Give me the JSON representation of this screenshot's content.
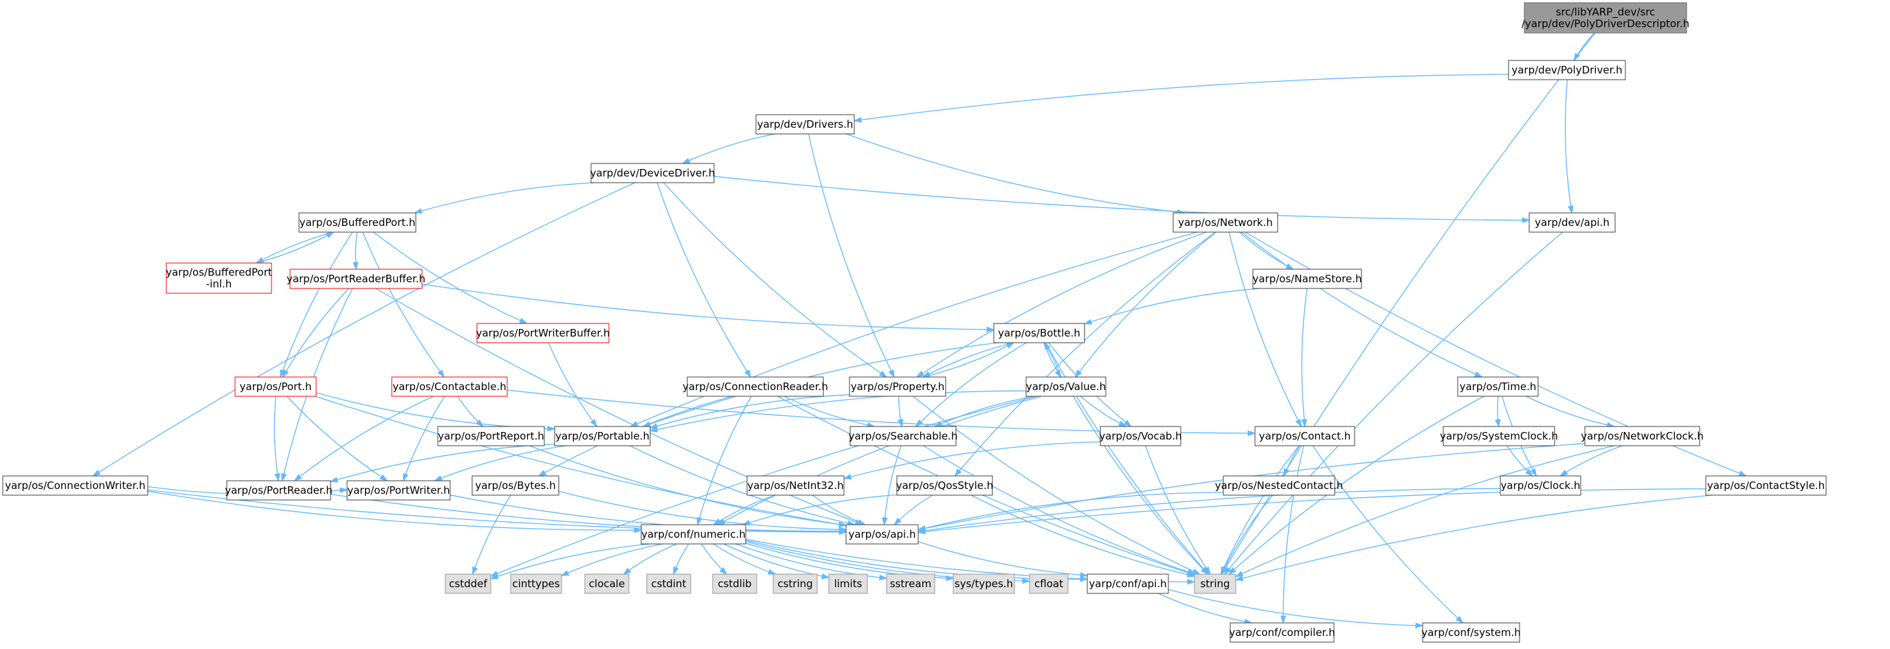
{
  "graph": {
    "colors": {
      "edge": "#63b8ff",
      "node_border": "#404040",
      "root_fill": "#999999",
      "incomplete_border": "#ff0000",
      "system_fill": "#e0e0e0"
    },
    "nodes": [
      {
        "id": "root",
        "lines": [
          "src/libYARP_dev/src",
          "/yarp/dev/PolyDriverDescriptor.h"
        ],
        "kind": "root"
      },
      {
        "id": "polydriver",
        "lines": [
          "yarp/dev/PolyDriver.h"
        ],
        "kind": "normal"
      },
      {
        "id": "drivers",
        "lines": [
          "yarp/dev/Drivers.h"
        ],
        "kind": "normal"
      },
      {
        "id": "devicedriver",
        "lines": [
          "yarp/dev/DeviceDriver.h"
        ],
        "kind": "normal"
      },
      {
        "id": "devapi",
        "lines": [
          "yarp/dev/api.h"
        ],
        "kind": "normal"
      },
      {
        "id": "network",
        "lines": [
          "yarp/os/Network.h"
        ],
        "kind": "normal"
      },
      {
        "id": "bufferedport",
        "lines": [
          "yarp/os/BufferedPort.h"
        ],
        "kind": "normal"
      },
      {
        "id": "bufferedportinl",
        "lines": [
          "yarp/os/BufferedPort",
          "-inl.h"
        ],
        "kind": "red"
      },
      {
        "id": "portreaderbuffer",
        "lines": [
          "yarp/os/PortReaderBuffer.h"
        ],
        "kind": "red"
      },
      {
        "id": "portwriterbuffer",
        "lines": [
          "yarp/os/PortWriterBuffer.h"
        ],
        "kind": "red"
      },
      {
        "id": "namestore",
        "lines": [
          "yarp/os/NameStore.h"
        ],
        "kind": "normal"
      },
      {
        "id": "bottle",
        "lines": [
          "yarp/os/Bottle.h"
        ],
        "kind": "normal"
      },
      {
        "id": "time",
        "lines": [
          "yarp/os/Time.h"
        ],
        "kind": "normal"
      },
      {
        "id": "port",
        "lines": [
          "yarp/os/Port.h"
        ],
        "kind": "red"
      },
      {
        "id": "contactable",
        "lines": [
          "yarp/os/Contactable.h"
        ],
        "kind": "red"
      },
      {
        "id": "connectionreader",
        "lines": [
          "yarp/os/ConnectionReader.h"
        ],
        "kind": "normal"
      },
      {
        "id": "property",
        "lines": [
          "yarp/os/Property.h"
        ],
        "kind": "normal"
      },
      {
        "id": "value",
        "lines": [
          "yarp/os/Value.h"
        ],
        "kind": "normal"
      },
      {
        "id": "portreport",
        "lines": [
          "yarp/os/PortReport.h"
        ],
        "kind": "normal"
      },
      {
        "id": "portable",
        "lines": [
          "yarp/os/Portable.h"
        ],
        "kind": "normal"
      },
      {
        "id": "searchable",
        "lines": [
          "yarp/os/Searchable.h"
        ],
        "kind": "normal"
      },
      {
        "id": "vocab",
        "lines": [
          "yarp/os/Vocab.h"
        ],
        "kind": "normal"
      },
      {
        "id": "contact",
        "lines": [
          "yarp/os/Contact.h"
        ],
        "kind": "normal"
      },
      {
        "id": "systemclock",
        "lines": [
          "yarp/os/SystemClock.h"
        ],
        "kind": "normal"
      },
      {
        "id": "networkclock",
        "lines": [
          "yarp/os/NetworkClock.h"
        ],
        "kind": "normal"
      },
      {
        "id": "connectionwriter",
        "lines": [
          "yarp/os/ConnectionWriter.h"
        ],
        "kind": "normal"
      },
      {
        "id": "portreader",
        "lines": [
          "yarp/os/PortReader.h"
        ],
        "kind": "normal"
      },
      {
        "id": "portwriter",
        "lines": [
          "yarp/os/PortWriter.h"
        ],
        "kind": "normal"
      },
      {
        "id": "bytes",
        "lines": [
          "yarp/os/Bytes.h"
        ],
        "kind": "normal"
      },
      {
        "id": "netint32",
        "lines": [
          "yarp/os/NetInt32.h"
        ],
        "kind": "normal"
      },
      {
        "id": "qosstyle",
        "lines": [
          "yarp/os/QosStyle.h"
        ],
        "kind": "normal"
      },
      {
        "id": "nestedcontact",
        "lines": [
          "yarp/os/NestedContact.h"
        ],
        "kind": "normal"
      },
      {
        "id": "clock",
        "lines": [
          "yarp/os/Clock.h"
        ],
        "kind": "normal"
      },
      {
        "id": "contactstyle",
        "lines": [
          "yarp/os/ContactStyle.h"
        ],
        "kind": "normal"
      },
      {
        "id": "confnumeric",
        "lines": [
          "yarp/conf/numeric.h"
        ],
        "kind": "normal"
      },
      {
        "id": "osapi",
        "lines": [
          "yarp/os/api.h"
        ],
        "kind": "normal"
      },
      {
        "id": "cstddef",
        "lines": [
          "cstddef"
        ],
        "kind": "sys"
      },
      {
        "id": "cinttypes",
        "lines": [
          "cinttypes"
        ],
        "kind": "sys"
      },
      {
        "id": "clocale",
        "lines": [
          "clocale"
        ],
        "kind": "sys"
      },
      {
        "id": "cstdint",
        "lines": [
          "cstdint"
        ],
        "kind": "sys"
      },
      {
        "id": "cstdlib",
        "lines": [
          "cstdlib"
        ],
        "kind": "sys"
      },
      {
        "id": "cstring",
        "lines": [
          "cstring"
        ],
        "kind": "sys"
      },
      {
        "id": "limits",
        "lines": [
          "limits"
        ],
        "kind": "sys"
      },
      {
        "id": "sstream",
        "lines": [
          "sstream"
        ],
        "kind": "sys"
      },
      {
        "id": "systypes",
        "lines": [
          "sys/types.h"
        ],
        "kind": "sys"
      },
      {
        "id": "cfloat",
        "lines": [
          "cfloat"
        ],
        "kind": "sys"
      },
      {
        "id": "string",
        "lines": [
          "string"
        ],
        "kind": "sys"
      },
      {
        "id": "confapi",
        "lines": [
          "yarp/conf/api.h"
        ],
        "kind": "normal"
      },
      {
        "id": "confcompiler",
        "lines": [
          "yarp/conf/compiler.h"
        ],
        "kind": "normal"
      },
      {
        "id": "confsystem",
        "lines": [
          "yarp/conf/system.h"
        ],
        "kind": "normal"
      }
    ],
    "edges": [
      [
        "root",
        "polydriver"
      ],
      [
        "root",
        "string"
      ],
      [
        "polydriver",
        "drivers"
      ],
      [
        "polydriver",
        "devapi"
      ],
      [
        "drivers",
        "devicedriver"
      ],
      [
        "drivers",
        "property"
      ],
      [
        "drivers",
        "network"
      ],
      [
        "devicedriver",
        "bufferedport"
      ],
      [
        "devicedriver",
        "connectionwriter"
      ],
      [
        "devicedriver",
        "connectionreader"
      ],
      [
        "devicedriver",
        "property"
      ],
      [
        "devicedriver",
        "devapi"
      ],
      [
        "devapi",
        "string"
      ],
      [
        "bufferedport",
        "bufferedportinl"
      ],
      [
        "bufferedportinl",
        "bufferedport"
      ],
      [
        "bufferedport",
        "portreaderbuffer"
      ],
      [
        "bufferedport",
        "portwriterbuffer"
      ],
      [
        "bufferedport",
        "contactable"
      ],
      [
        "bufferedport",
        "port"
      ],
      [
        "portreaderbuffer",
        "port"
      ],
      [
        "portreaderbuffer",
        "portreader"
      ],
      [
        "portreaderbuffer",
        "bottle"
      ],
      [
        "portreaderbuffer",
        "osapi"
      ],
      [
        "portwriterbuffer",
        "portable"
      ],
      [
        "network",
        "namestore"
      ],
      [
        "network",
        "time"
      ],
      [
        "network",
        "contactstyle"
      ],
      [
        "network",
        "contact"
      ],
      [
        "network",
        "value"
      ],
      [
        "network",
        "property"
      ],
      [
        "network",
        "portable"
      ],
      [
        "network",
        "qosstyle"
      ],
      [
        "namestore",
        "bottle"
      ],
      [
        "namestore",
        "contact"
      ],
      [
        "bottle",
        "property"
      ],
      [
        "property",
        "bottle"
      ],
      [
        "bottle",
        "value"
      ],
      [
        "value",
        "bottle"
      ],
      [
        "bottle",
        "portable"
      ],
      [
        "bottle",
        "searchable"
      ],
      [
        "bottle",
        "vocab"
      ],
      [
        "bottle",
        "string"
      ],
      [
        "time",
        "systemclock"
      ],
      [
        "time",
        "networkclock"
      ],
      [
        "time",
        "clock"
      ],
      [
        "time",
        "string"
      ],
      [
        "port",
        "portable"
      ],
      [
        "port",
        "portreader"
      ],
      [
        "port",
        "portwriter"
      ],
      [
        "port",
        "osapi"
      ],
      [
        "contactable",
        "portreport"
      ],
      [
        "contactable",
        "portreader"
      ],
      [
        "contactable",
        "portwriter"
      ],
      [
        "contactable",
        "contact"
      ],
      [
        "connectionreader",
        "bytes"
      ],
      [
        "connectionreader",
        "searchable"
      ],
      [
        "connectionreader",
        "confnumeric"
      ],
      [
        "connectionreader",
        "string"
      ],
      [
        "property",
        "portable"
      ],
      [
        "property",
        "searchable"
      ],
      [
        "property",
        "string"
      ],
      [
        "value",
        "portable"
      ],
      [
        "value",
        "searchable"
      ],
      [
        "value",
        "vocab"
      ],
      [
        "value",
        "confnumeric"
      ],
      [
        "value",
        "cstddef"
      ],
      [
        "value",
        "string"
      ],
      [
        "portreport",
        "osapi"
      ],
      [
        "portable",
        "portreader"
      ],
      [
        "portable",
        "portwriter"
      ],
      [
        "portable",
        "osapi"
      ],
      [
        "searchable",
        "osapi"
      ],
      [
        "searchable",
        "string"
      ],
      [
        "vocab",
        "netint32"
      ],
      [
        "vocab",
        "string"
      ],
      [
        "contact",
        "nestedcontact"
      ],
      [
        "contact",
        "confcompiler"
      ],
      [
        "contact",
        "confsystem"
      ],
      [
        "contact",
        "string"
      ],
      [
        "systemclock",
        "clock"
      ],
      [
        "networkclock",
        "clock"
      ],
      [
        "networkclock",
        "osapi"
      ],
      [
        "networkclock",
        "string"
      ],
      [
        "connectionwriter",
        "osapi"
      ],
      [
        "connectionwriter",
        "portwriter"
      ],
      [
        "connectionwriter",
        "confnumeric"
      ],
      [
        "portreader",
        "osapi"
      ],
      [
        "portwriter",
        "osapi"
      ],
      [
        "bytes",
        "cstddef"
      ],
      [
        "bytes",
        "osapi"
      ],
      [
        "netint32",
        "osapi"
      ],
      [
        "netint32",
        "confnumeric"
      ],
      [
        "qosstyle",
        "osapi"
      ],
      [
        "qosstyle",
        "confnumeric"
      ],
      [
        "qosstyle",
        "string"
      ],
      [
        "nestedcontact",
        "osapi"
      ],
      [
        "nestedcontact",
        "string"
      ],
      [
        "clock",
        "osapi"
      ],
      [
        "contactstyle",
        "osapi"
      ],
      [
        "contactstyle",
        "string"
      ],
      [
        "confnumeric",
        "cstddef"
      ],
      [
        "confnumeric",
        "cinttypes"
      ],
      [
        "confnumeric",
        "clocale"
      ],
      [
        "confnumeric",
        "cstdint"
      ],
      [
        "confnumeric",
        "cstdlib"
      ],
      [
        "confnumeric",
        "cstring"
      ],
      [
        "confnumeric",
        "limits"
      ],
      [
        "confnumeric",
        "sstream"
      ],
      [
        "confnumeric",
        "systypes"
      ],
      [
        "confnumeric",
        "cfloat"
      ],
      [
        "confnumeric",
        "string"
      ],
      [
        "confnumeric",
        "confapi"
      ],
      [
        "osapi",
        "confapi"
      ],
      [
        "confapi",
        "confcompiler"
      ],
      [
        "confapi",
        "confsystem"
      ]
    ]
  }
}
